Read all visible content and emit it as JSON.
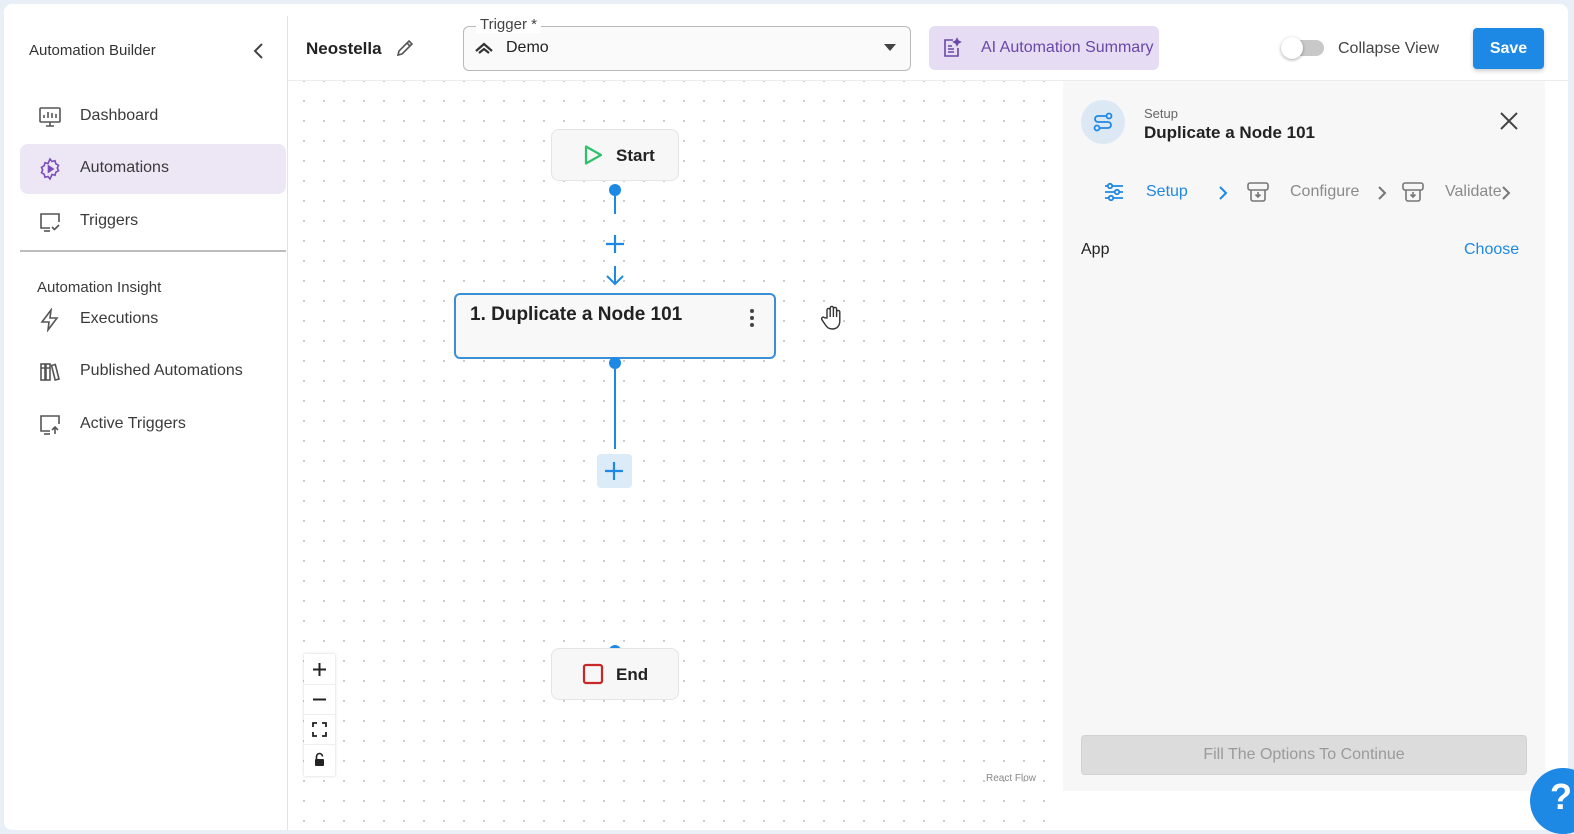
{
  "sidebar": {
    "title": "Automation Builder",
    "items": [
      {
        "label": "Dashboard",
        "icon": "monitor-icon"
      },
      {
        "label": "Automations",
        "icon": "gear-play-icon",
        "active": true
      },
      {
        "label": "Triggers",
        "icon": "screen-check-icon"
      }
    ],
    "section_title": "Automation Insight",
    "insight_items": [
      {
        "label": "Executions",
        "icon": "bolt-icon"
      },
      {
        "label": "Published Automations",
        "icon": "books-icon"
      },
      {
        "label": "Active Triggers",
        "icon": "screen-upload-icon"
      }
    ]
  },
  "topbar": {
    "workflow_name": "Neostella",
    "trigger_label": "Trigger *",
    "trigger_value": "Demo",
    "ai_summary_label": "AI Automation Summary",
    "collapse_view_label": "Collapse View",
    "collapse_view_on": false,
    "save_label": "Save"
  },
  "canvas": {
    "start_label": "Start",
    "node_label": "1. Duplicate a Node 101",
    "end_label": "End",
    "attribution": "React Flow"
  },
  "panel": {
    "subtitle": "Setup",
    "title": "Duplicate a Node 101",
    "steps": [
      {
        "label": "Setup",
        "active": true
      },
      {
        "label": "Configure",
        "active": false
      },
      {
        "label": "Validate",
        "active": false
      }
    ],
    "app_label": "App",
    "choose_label": "Choose",
    "continue_label": "Fill The Options To Continue"
  },
  "help": {
    "label": "?"
  },
  "colors": {
    "accent": "#1e88e5",
    "sidebar_active_bg": "#ece6f5",
    "ai_button_bg": "#e6dcf3",
    "ai_button_text": "#6a47a8",
    "start_icon": "#2fc06b",
    "end_icon": "#c62828"
  }
}
